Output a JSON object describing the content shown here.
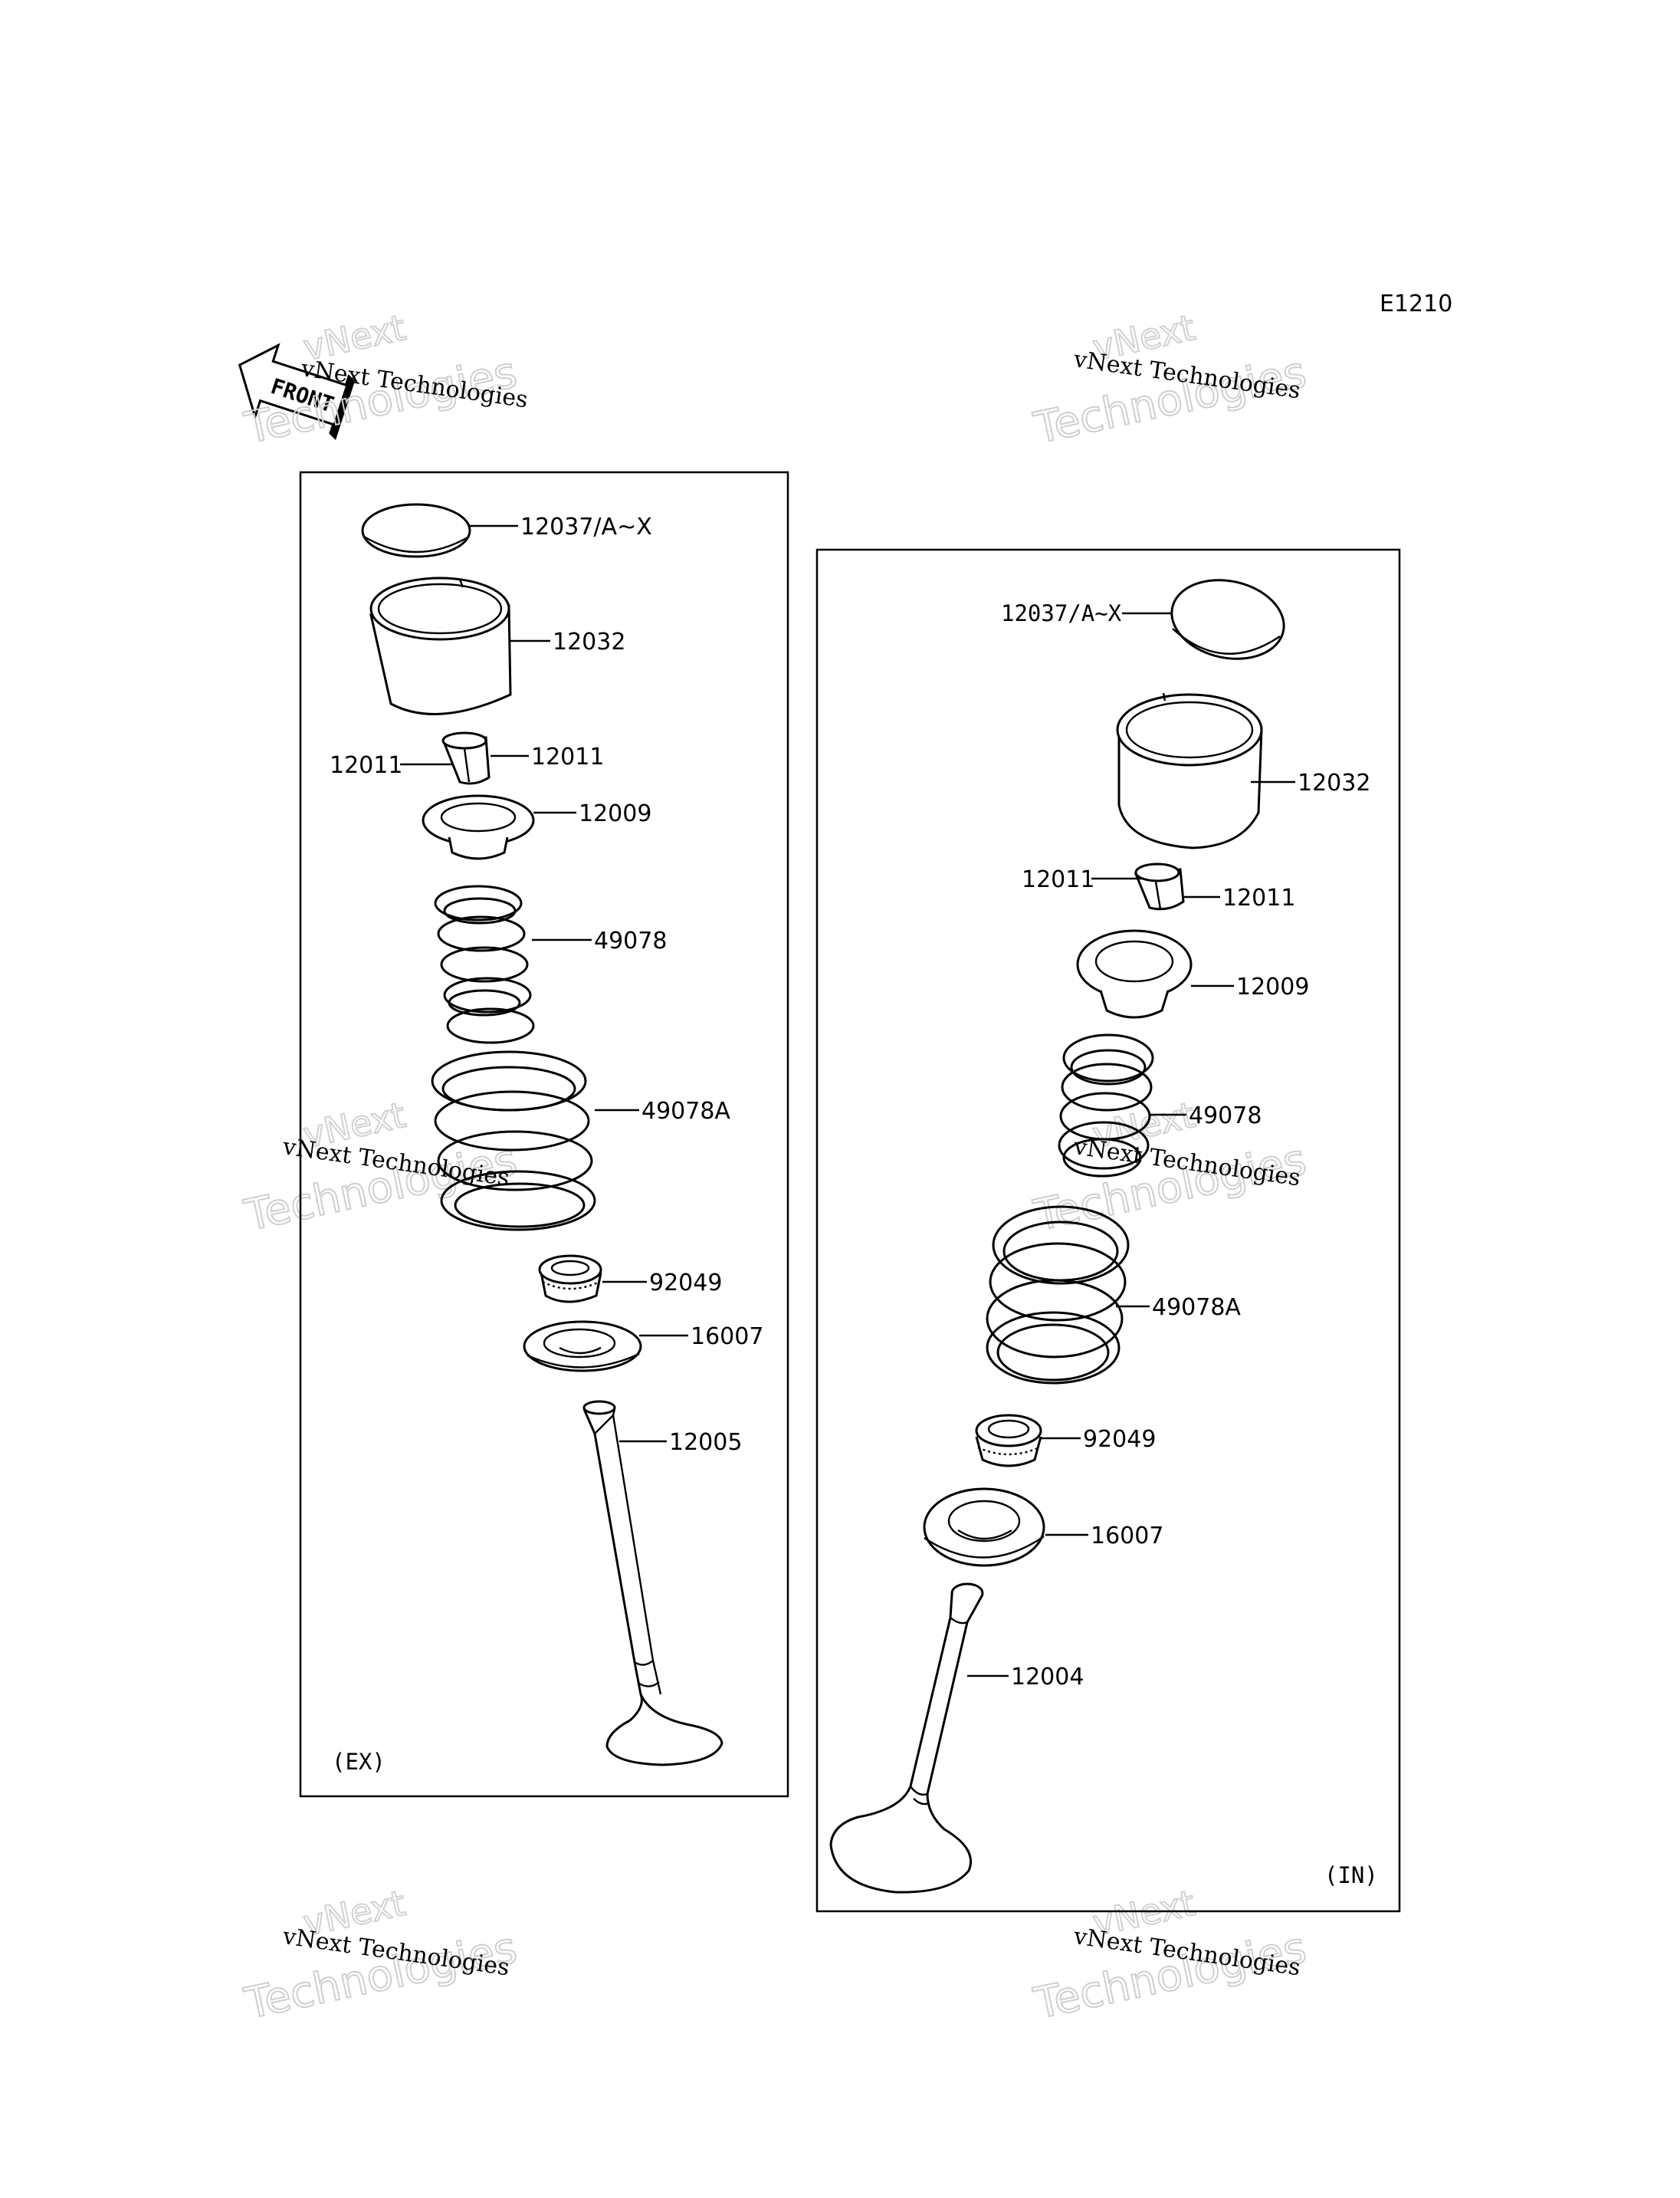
{
  "diagram_id": "E1210",
  "front_label": "FRONT",
  "watermark": {
    "line1": "vNext Technologies",
    "line2": "Technologies",
    "line3": "vNext"
  },
  "panels": {
    "exhaust": {
      "tag": "(EX)",
      "labels": {
        "shim": "12037/A~X",
        "lifter": "12032",
        "keeper_left": "12011",
        "keeper_right": "12011",
        "retainer": "12009",
        "inner_spring": "49078",
        "outer_spring": "49078A",
        "stem_seal": "92049",
        "spring_seat": "16007",
        "valve": "12005"
      }
    },
    "intake": {
      "tag": "(IN)",
      "labels": {
        "shim": "12037/A~X",
        "lifter": "12032",
        "keeper_left": "12011",
        "keeper_right": "12011",
        "retainer": "12009",
        "inner_spring": "49078",
        "outer_spring": "49078A",
        "stem_seal": "92049",
        "spring_seat": "16007",
        "valve": "12004"
      }
    }
  }
}
